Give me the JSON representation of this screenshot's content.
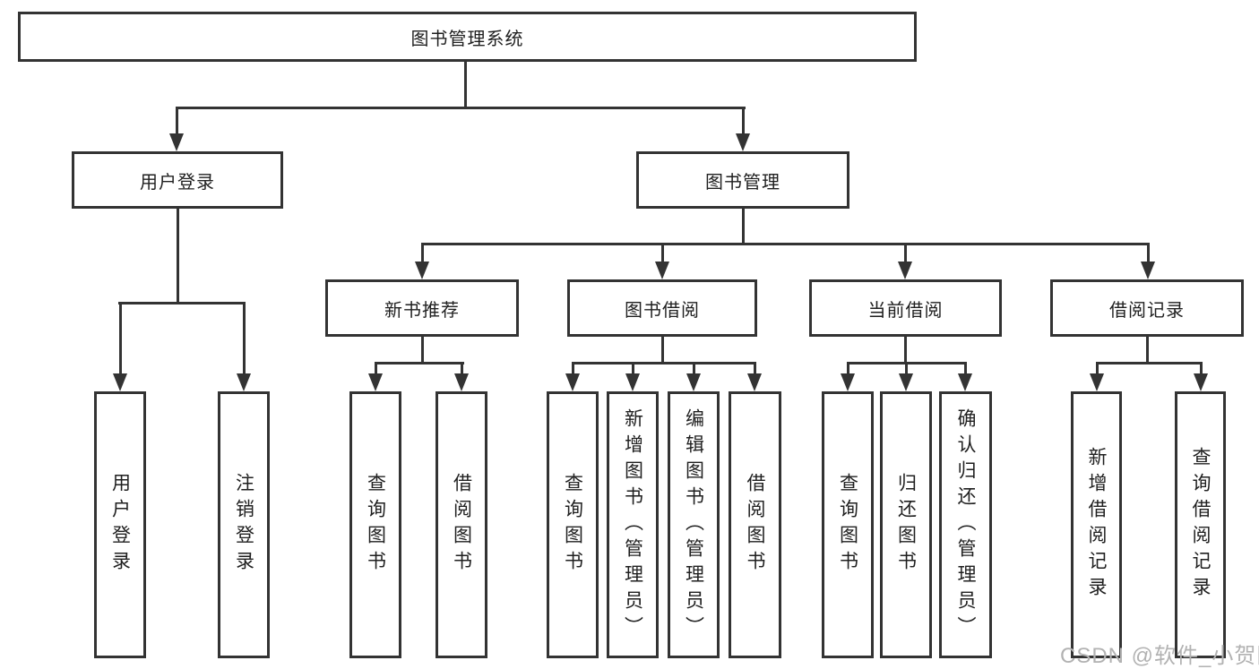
{
  "colors": {
    "line": "#333333",
    "box_border": "#333333",
    "text": "#1f1f1f",
    "background": "#ffffff",
    "watermark": "#b2b2b2"
  },
  "watermark": {
    "text": "CSDN @软件_小贺同学"
  },
  "tree": {
    "root": "图书管理系统",
    "branches": [
      {
        "label": "用户登录",
        "children": [
          {
            "label": "用户登录"
          },
          {
            "label": "注销登录"
          }
        ]
      },
      {
        "label": "图书管理",
        "children": [
          {
            "label": "新书推荐",
            "children": [
              {
                "label": "查询图书"
              },
              {
                "label": "借阅图书"
              }
            ]
          },
          {
            "label": "图书借阅",
            "children": [
              {
                "label": "查询图书"
              },
              {
                "label": "新增图书（管理员）"
              },
              {
                "label": "编辑图书（管理员）"
              },
              {
                "label": "借阅图书"
              }
            ]
          },
          {
            "label": "当前借阅",
            "children": [
              {
                "label": "查询图书"
              },
              {
                "label": "归还图书"
              },
              {
                "label": "确认归还（管理员）"
              }
            ]
          },
          {
            "label": "借阅记录",
            "children": [
              {
                "label": "新增借阅记录"
              },
              {
                "label": "查询借阅记录"
              }
            ]
          }
        ]
      }
    ]
  }
}
